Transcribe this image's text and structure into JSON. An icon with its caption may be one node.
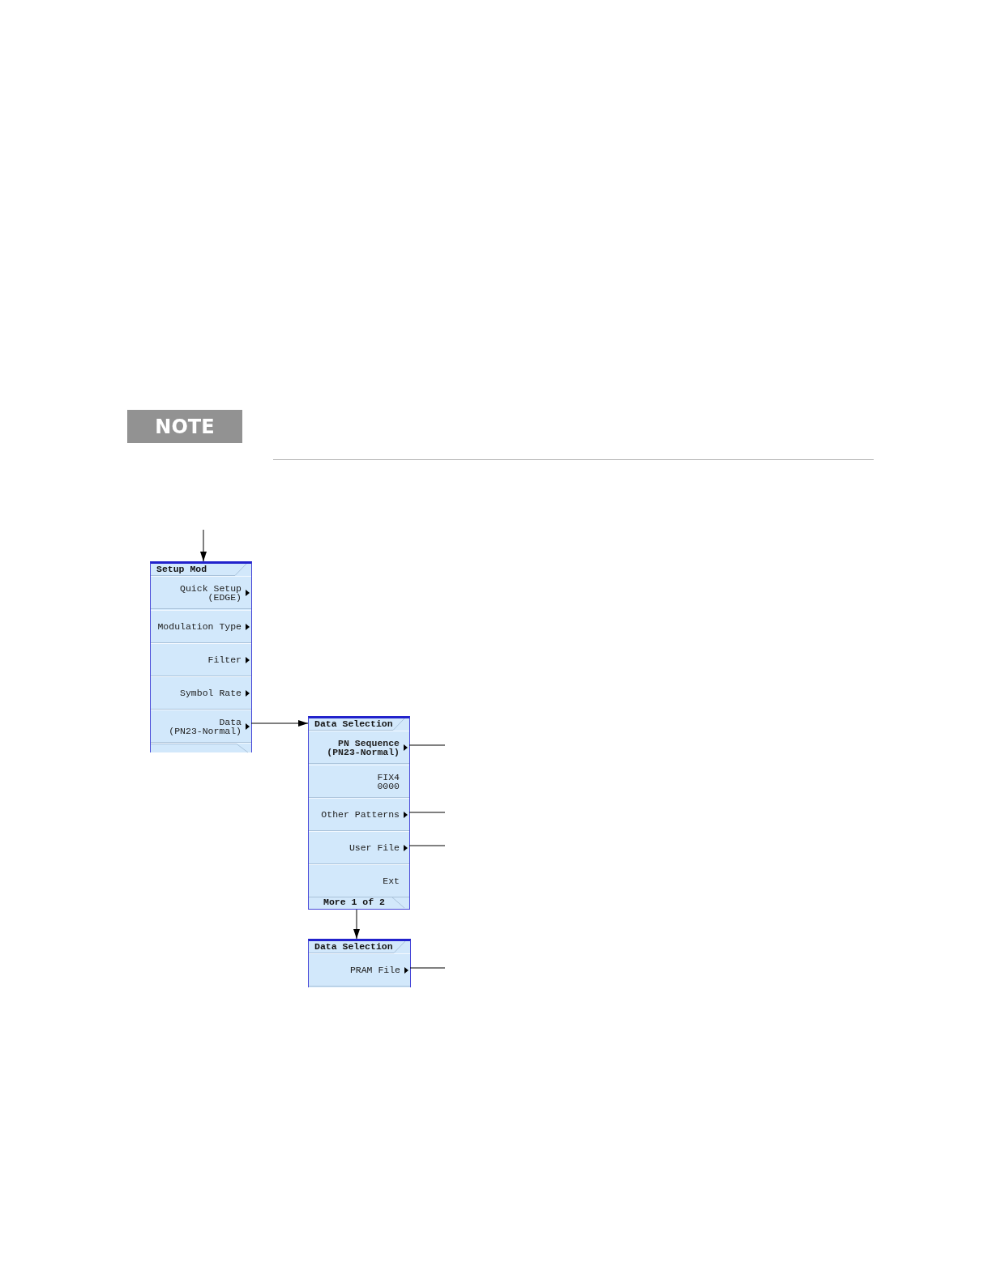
{
  "diagram": {
    "nodes": [
      {
        "text": [
          "NOTE"
        ]
      },
      {
        "text": [
          "Setup Mod"
        ]
      },
      {
        "text": [
          "Quick Setup (EDGE)"
        ],
        "in": 1
      },
      {
        "text": [
          "Modulation Type"
        ],
        "in": 1
      },
      {
        "text": [
          "Filter"
        ],
        "in": 1
      },
      {
        "text": [
          "Symbol Rate"
        ],
        "in": 1
      },
      {
        "text": [
          "Data (PN23-Normal)"
        ],
        "in": 1
      },
      {
        "text": [],
        "shape": "box",
        "in": 1
      },
      {
        "text": [
          "Data Selection",
          "More 1 of 2"
        ]
      },
      {
        "text": [
          "PN Sequence (PN23-Normal)"
        ],
        "in": 8
      },
      {
        "text": [
          "FIX4 0000"
        ],
        "in": 8
      },
      {
        "text": [
          "Other Patterns"
        ],
        "in": 8
      },
      {
        "text": [
          "User File"
        ],
        "in": 8
      },
      {
        "text": [
          "Ext"
        ],
        "in": 8
      },
      {
        "text": [
          "Data Selection"
        ]
      },
      {
        "text": [
          "PRAM File"
        ],
        "in": 14
      }
    ],
    "edges": [
      {
        "from": null,
        "to": 1,
        "arrow": "to"
      },
      {
        "from": 6,
        "to": 8,
        "arrow": "to"
      },
      {
        "from": 8,
        "to": 14,
        "arrow": "to"
      },
      {
        "from": 9,
        "to": null,
        "arrow": "none"
      },
      {
        "from": 11,
        "to": null,
        "arrow": "none"
      },
      {
        "from": 12,
        "to": null,
        "arrow": "none"
      },
      {
        "from": 15,
        "to": null,
        "arrow": "none"
      }
    ]
  }
}
